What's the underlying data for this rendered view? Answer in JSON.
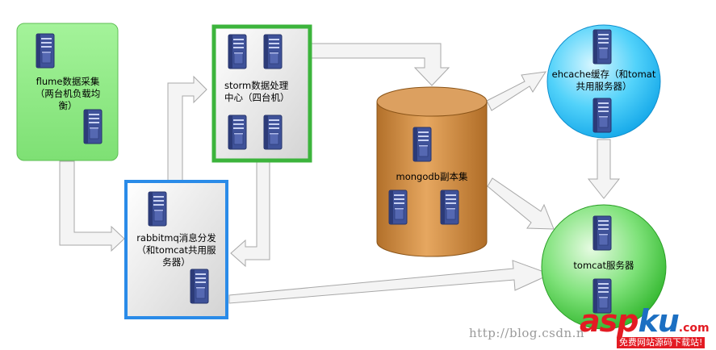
{
  "nodes": {
    "flume": {
      "label": "flume数据采集\n（两台机负载均\n衡）"
    },
    "storm": {
      "label": "storm数据处理\n中心（四台机）"
    },
    "rabbitmq": {
      "label": "rabbitmq消息分发\n（和tomcat共用服\n务器）"
    },
    "mongodb": {
      "label": "mongodb副本集"
    },
    "ehcache": {
      "label": "ehcache缓存（和tomat\n共用服务器）"
    },
    "tomcat": {
      "label": "tomcat服务器"
    }
  },
  "watermark": {
    "url_text": "http://blog.csdn.n",
    "logo_text_red": "asp",
    "logo_text_blue": "ku",
    "logo_suffix": ".com",
    "logo_tagline": "免费网站源码下载站!"
  },
  "colors": {
    "flume_fill": "#8fe885",
    "storm_border": "#3cb43c",
    "rabbit_border": "#2a8be8",
    "mongo_fill": "#c98a3e",
    "ehcache_fill": "#34c8f5",
    "tomcat_fill": "#5ed25a",
    "arrow_fill": "#f4f4f4",
    "arrow_stroke": "#a8a8a8",
    "server_fill": "#3c4f9a"
  }
}
